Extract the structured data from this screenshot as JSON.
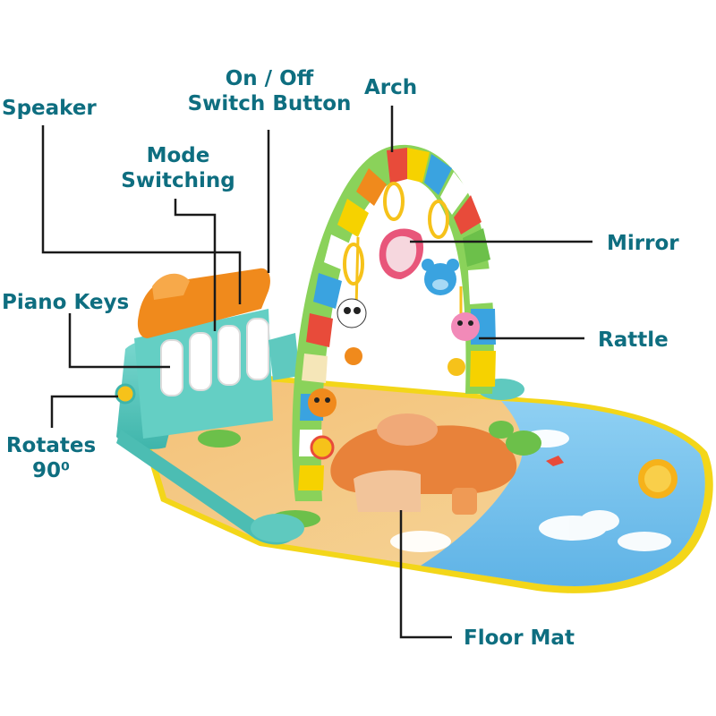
{
  "labels": {
    "speaker": "Speaker",
    "on_off_line1": "On / Off",
    "on_off_line2": "Switch Button",
    "mode_line1": "Mode",
    "mode_line2": "Switching",
    "arch": "Arch",
    "mirror": "Mirror",
    "rattle": "Rattle",
    "piano_keys": "Piano Keys",
    "rotates_line1": "Rotates",
    "rotates_line2": "90⁰",
    "floor_mat": "Floor Mat"
  },
  "colors": {
    "label_text": "#0e6e80",
    "leader_line": "#1a1a1a",
    "frame_teal": "#5cc9c0",
    "mat_blue": "#7ec6ef",
    "mat_orange": "#f4b25a",
    "keyboard_orange": "#f08a1c"
  }
}
